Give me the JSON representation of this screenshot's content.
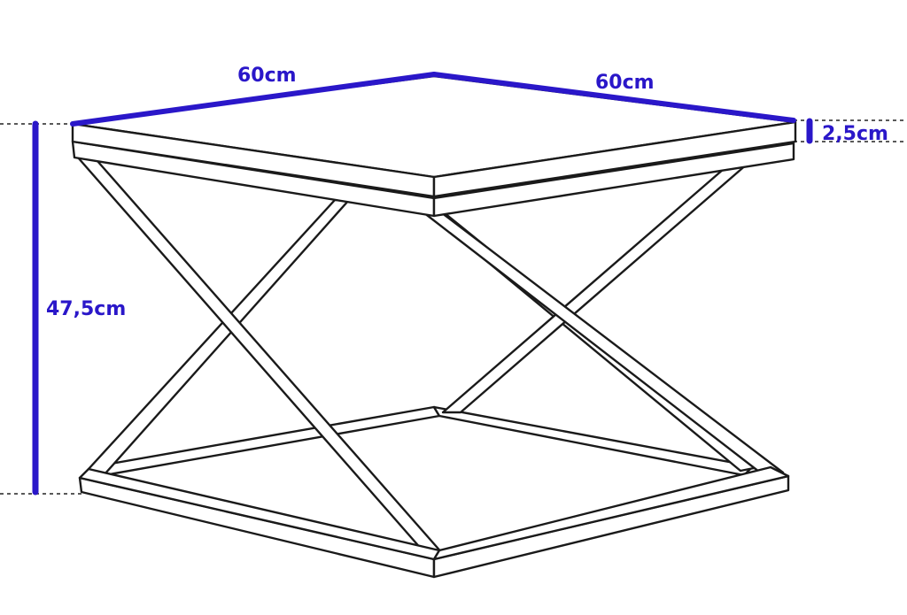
{
  "colors": {
    "dimension": "#2a17c9",
    "dimension_text": "#2a17c9",
    "line": "#1a1a1a",
    "background": "#ffffff"
  },
  "dimensions": {
    "width_left": "60cm",
    "width_right": "60cm",
    "top_thickness": "2,5cm",
    "height": "47,5cm"
  }
}
